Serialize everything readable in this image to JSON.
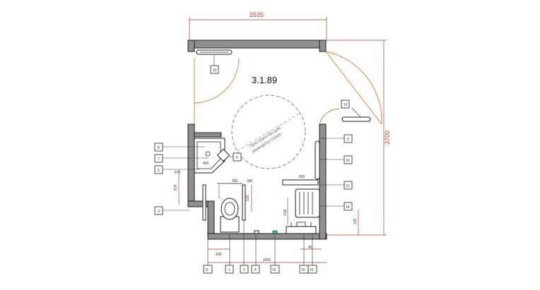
{
  "room_label": "3.1.89",
  "dimensions": {
    "width_total": "2535",
    "height_total": "3700",
    "bottom_total": "2565",
    "wc_center": "425",
    "toilet_width": "350",
    "toilet_top": "390",
    "sink_width": "465",
    "sink_height": "870",
    "basin_top": "800",
    "side_125": "125",
    "side_315": "315",
    "side_45": "45",
    "side_616": "616",
    "left_878": "878"
  },
  "turning_circle_text": [
    "Пространство для",
    "разворота D1500"
  ],
  "tags": [
    {
      "id": "10",
      "label": "10"
    },
    {
      "id": "12a",
      "label": "12"
    },
    {
      "id": "9",
      "label": "9"
    },
    {
      "id": "10b",
      "label": "10"
    },
    {
      "id": "13",
      "label": "13"
    },
    {
      "id": "14",
      "label": "14"
    },
    {
      "id": "6",
      "label": "6"
    },
    {
      "id": "8",
      "label": "8"
    },
    {
      "id": "7",
      "label": "7"
    },
    {
      "id": "5",
      "label": "5"
    },
    {
      "id": "3",
      "label": "3"
    },
    {
      "id": "11",
      "label": "11"
    },
    {
      "id": "1",
      "label": "1"
    },
    {
      "id": "2",
      "label": "2"
    },
    {
      "id": "4",
      "label": "4"
    },
    {
      "id": "12b",
      "label": "12"
    },
    {
      "id": "16",
      "label": "16"
    },
    {
      "id": "15",
      "label": "15"
    }
  ]
}
